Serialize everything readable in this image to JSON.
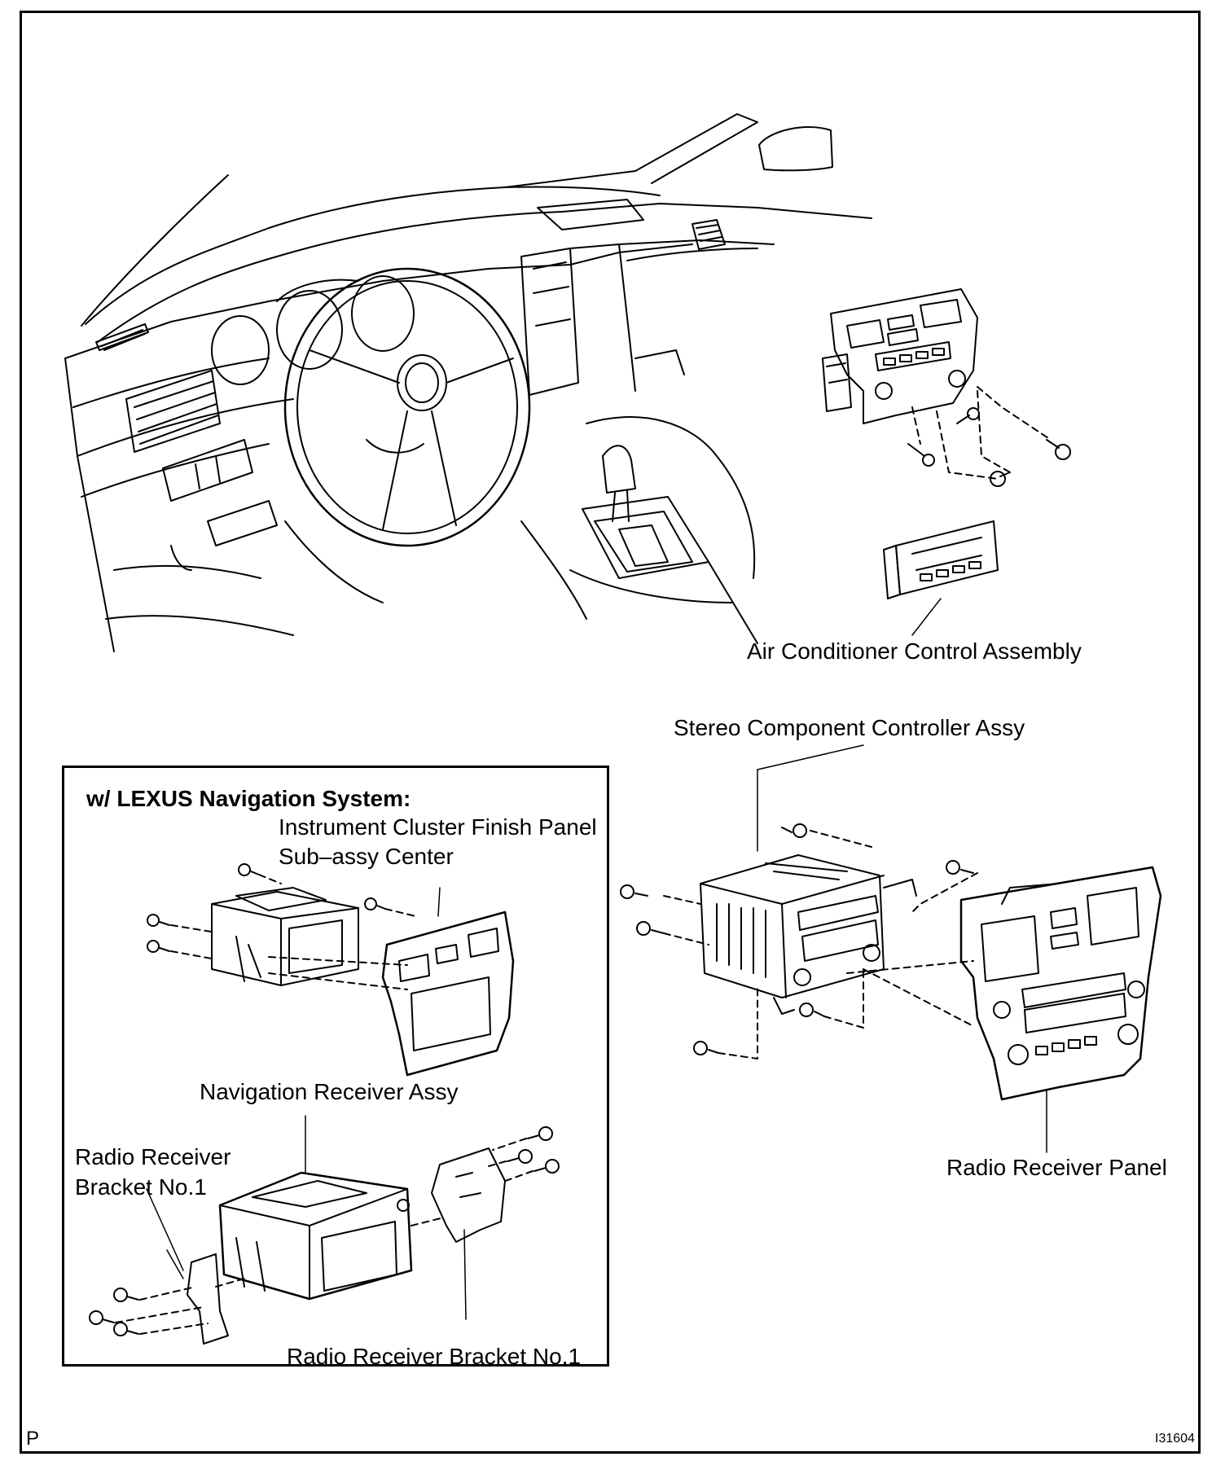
{
  "labels": {
    "ac_control": "Air Conditioner Control Assembly",
    "stereo_controller": "Stereo Component Controller Assy",
    "radio_panel": "Radio Receiver Panel",
    "nav_heading": "w/ LEXUS Navigation System:",
    "finish_panel_line1": "Instrument Cluster Finish Panel",
    "finish_panel_line2": "Sub–assy Center",
    "nav_receiver": "Navigation Receiver Assy",
    "bracket_left_line1": "Radio Receiver",
    "bracket_left_line2": "Bracket No.1",
    "bracket_right": "Radio Receiver Bracket No.1"
  },
  "corner": {
    "left_mark": "P",
    "figure_id": "I31604"
  }
}
